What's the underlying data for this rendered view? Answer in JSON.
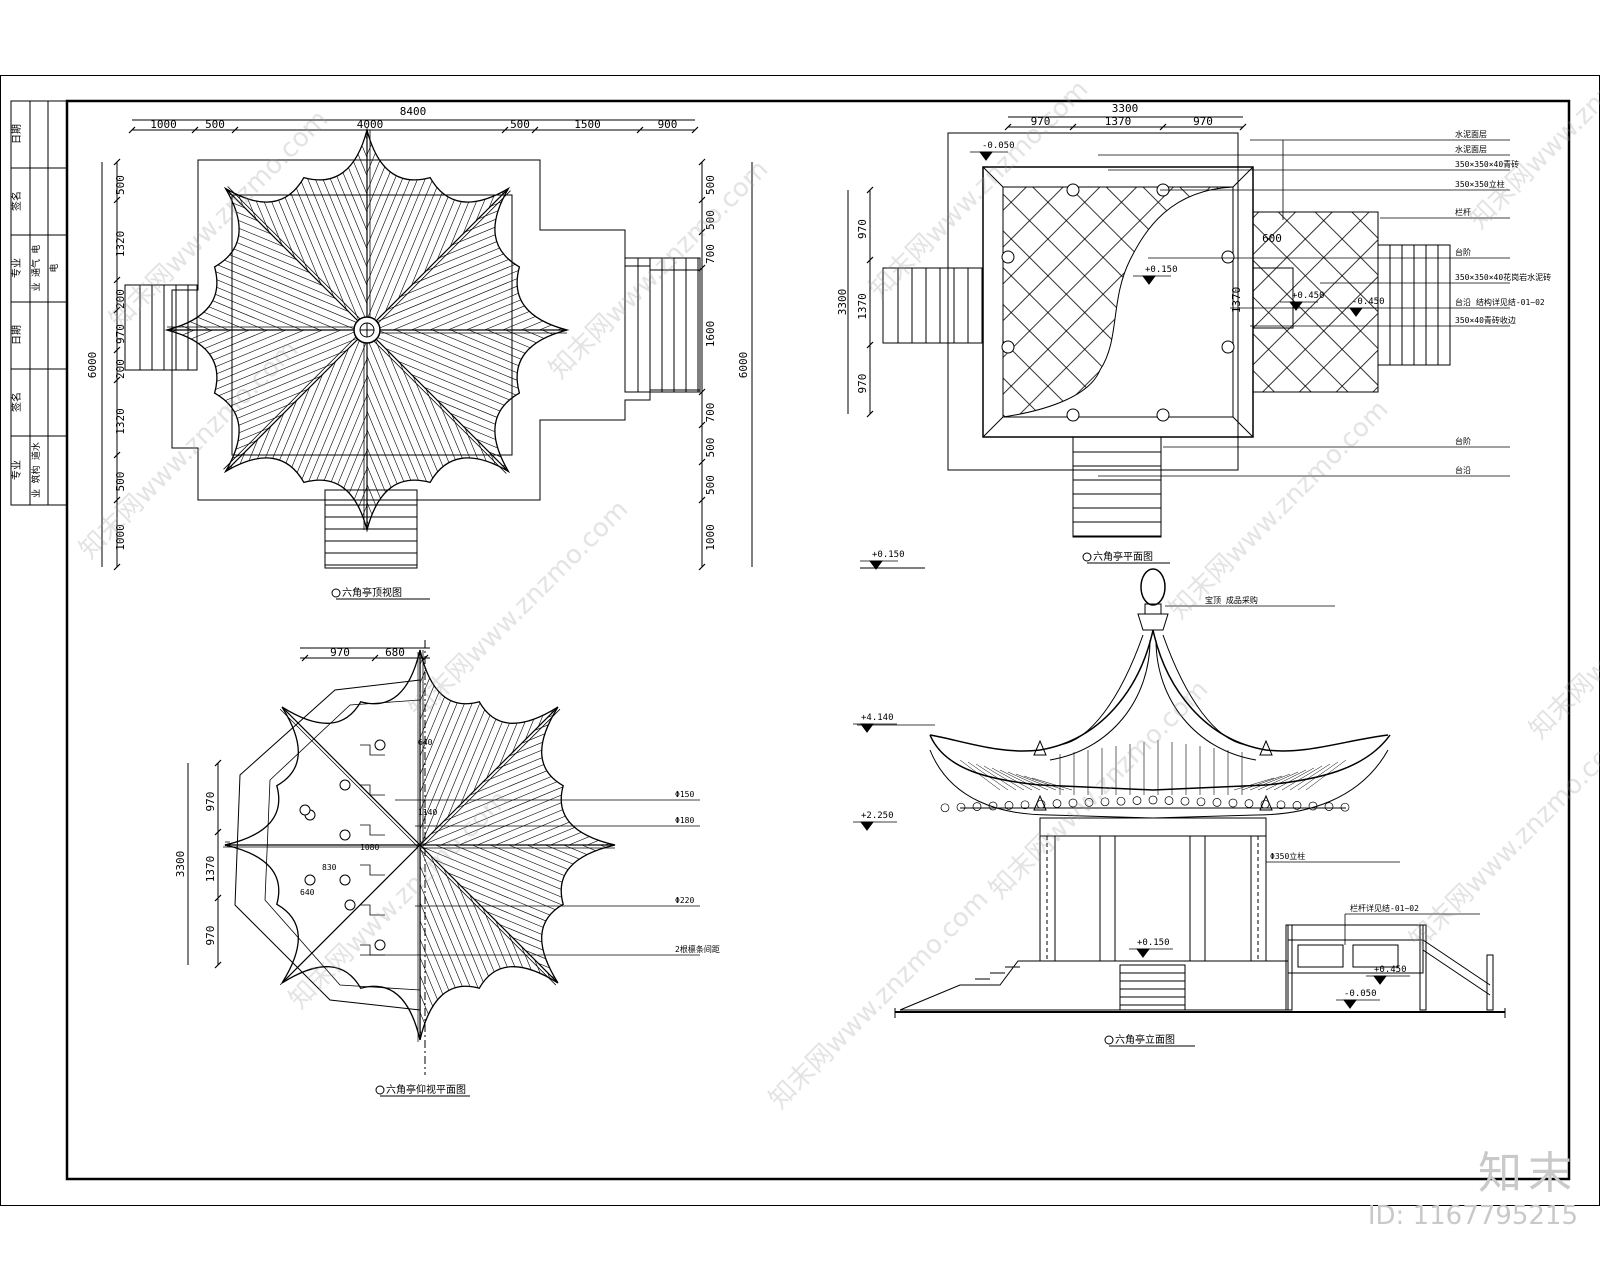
{
  "title_block": {
    "col1": [
      "日期",
      "签名",
      "专业",
      "日期",
      "签名",
      "专业"
    ],
    "col2": [
      "",
      "",
      "业  通气  电",
      "",
      "",
      "业  筑构 道水"
    ],
    "col3": [
      "",
      "",
      "电",
      "",
      "",
      ""
    ]
  },
  "roof_plan": {
    "title": "六角亭顶视图",
    "dims_top_total": "8400",
    "dims_top": [
      "1000",
      "500",
      "4000",
      "500",
      "1500",
      "900"
    ],
    "dims_left": [
      "500",
      "1320",
      "200",
      "970",
      "200",
      "1320",
      "500",
      "1000"
    ],
    "dims_left_total": "6000",
    "dims_right": [
      "500",
      "500",
      "700",
      "1600",
      "700",
      "500",
      "500",
      "1000"
    ],
    "dims_right_total": "6000"
  },
  "floor_plan": {
    "title": "六角亭平面图",
    "dims_top_total": "3300",
    "dims_top": [
      "970",
      "1370",
      "970"
    ],
    "dims_left": [
      "970",
      "1370",
      "970"
    ],
    "dims_left_total": "3300",
    "dim_600": "600",
    "dim_1370": "1370",
    "levels": [
      "-0.050",
      "+0.150",
      "+0.450",
      "-0.450"
    ],
    "callouts": [
      "水泥面层",
      "水泥面层",
      "350×350×40青砖",
      "350×350立柱",
      "栏杆",
      "台阶",
      "350×350×40花岗岩水泥砖",
      "台沿  结构详见结-01~02",
      "350×40青砖收边",
      "台阶",
      "台沿"
    ]
  },
  "ceiling_plan": {
    "title": "六角亭仰视平面图",
    "dims_top": [
      "970",
      "680"
    ],
    "dims_left": [
      "970",
      "1370",
      "970"
    ],
    "dims_left_total": "3300",
    "callouts": [
      "Φ150",
      "Φ180",
      "Φ220",
      "2根檩条间距"
    ],
    "inner_dims": [
      "640",
      "1140",
      "1080",
      "830",
      "640"
    ]
  },
  "elevation": {
    "title": "六角亭立面图",
    "levels": [
      "+4.140",
      "+2.250",
      "+0.150",
      "+0.450",
      "-0.050"
    ],
    "callouts": [
      "宝顶  成品采购",
      "Φ350立柱",
      "栏杆详见结-01~02"
    ],
    "level_mark_left": "+2.250"
  },
  "watermarks": [
    "知末网www.znzmo.com"
  ],
  "brand": {
    "logo": "知末",
    "id": "ID: 1167795215"
  }
}
